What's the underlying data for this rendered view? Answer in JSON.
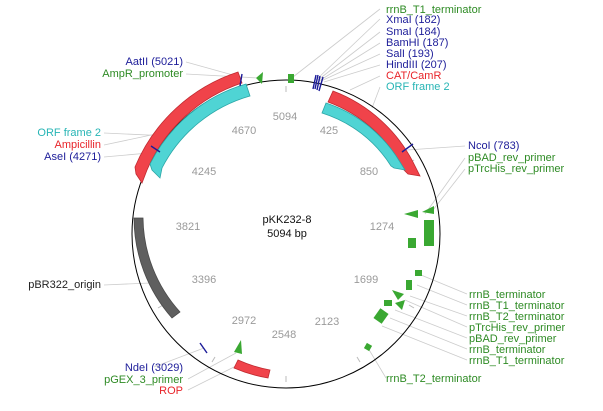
{
  "plasmid": {
    "name": "pKK232-8",
    "size_text": "5094 bp"
  },
  "ticks": [
    "425",
    "850",
    "1274",
    "1699",
    "2123",
    "2548",
    "2972",
    "3396",
    "3821",
    "4245",
    "4670",
    "5094"
  ],
  "labels": {
    "rrnb_t1_top": "rrnB_T1_terminator",
    "xmai": "XmaI (182)",
    "smai": "SmaI (184)",
    "bamhi": "BamHI (187)",
    "sali": "SalI (193)",
    "hindiii": "HindIII (207)",
    "cat": "CAT/CamR",
    "orf2_right": "ORF frame 2",
    "ncoi": "NcoI (783)",
    "pbad_rev_1": "pBAD_rev_primer",
    "ptrchis_1": "pTrcHis_rev_primer",
    "aatii": "AatII (5021)",
    "ampr_prom": "AmpR_promoter",
    "orf2_left": "ORF frame 2",
    "ampicillin": "Ampicillin",
    "asei": "AseI (4271)",
    "pbr322": "pBR322_origin",
    "ndei": "NdeI (3029)",
    "pgex3": "pGEX_3_primer",
    "rop": "ROP",
    "br_1": "rrnB_terminator",
    "br_2": "rrnB_T1_terminator",
    "br_3": "rrnB_T2_terminator",
    "br_4": "pTrcHis_rev_primer",
    "br_5": "pBAD_rev_primer",
    "br_6": "rrnB_terminator",
    "br_7": "rrnB_T1_terminator",
    "rrnb_t2_bottom": "rrnB_T2_terminator"
  },
  "colors": {
    "backbone": "#000000",
    "site": "#1c1c99",
    "feature": "#3aa832",
    "red": "#f0434a",
    "cyan": "#4fd4d4",
    "origin": "#5f5f5f",
    "leader": "#c8c8c8"
  }
}
